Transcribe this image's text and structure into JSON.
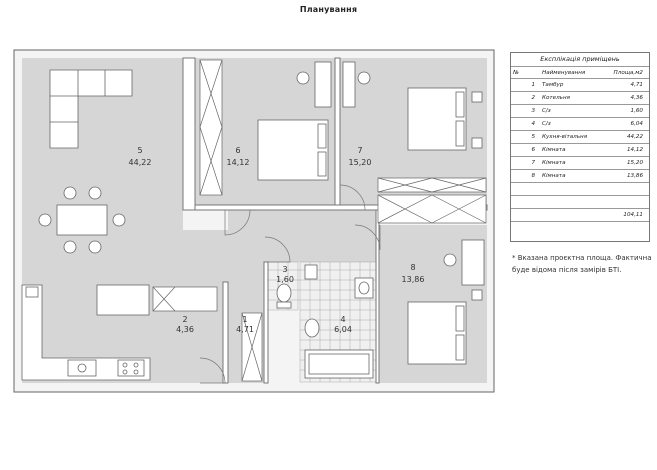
{
  "title": "Планування",
  "rooms": [
    {
      "number": "1",
      "area": "4,71"
    },
    {
      "number": "2",
      "area": "4,36"
    },
    {
      "number": "3",
      "area": "1,60"
    },
    {
      "number": "4",
      "area": "6,04"
    },
    {
      "number": "5",
      "area": "44,22"
    },
    {
      "number": "6",
      "area": "14,12"
    },
    {
      "number": "7",
      "area": "15,20"
    },
    {
      "number": "8",
      "area": "13,86"
    }
  ],
  "explication": {
    "title": "Експлікація приміщень",
    "headers": {
      "no": "№",
      "name": "Найменування",
      "area": "Площа,м2"
    },
    "rows": [
      {
        "no": "1",
        "name": "Тамбур",
        "area": "4,71"
      },
      {
        "no": "2",
        "name": "Котельня",
        "area": "4,36"
      },
      {
        "no": "3",
        "name": "С/з",
        "area": "1,60"
      },
      {
        "no": "4",
        "name": "С/з",
        "area": "6,04"
      },
      {
        "no": "5",
        "name": "Кухня-вітальня",
        "area": "44,22"
      },
      {
        "no": "6",
        "name": "Кімната",
        "area": "14,12"
      },
      {
        "no": "7",
        "name": "Кімната",
        "area": "15,20"
      },
      {
        "no": "8",
        "name": "Кімната",
        "area": "13,86"
      }
    ],
    "total": "104,11"
  },
  "note": "* Вказана проєктна площа. Фактична буде відома після замірів БТІ.",
  "colors": {
    "floor": "#d6d6d6",
    "wall": "#ffffff",
    "line": "#555555"
  }
}
